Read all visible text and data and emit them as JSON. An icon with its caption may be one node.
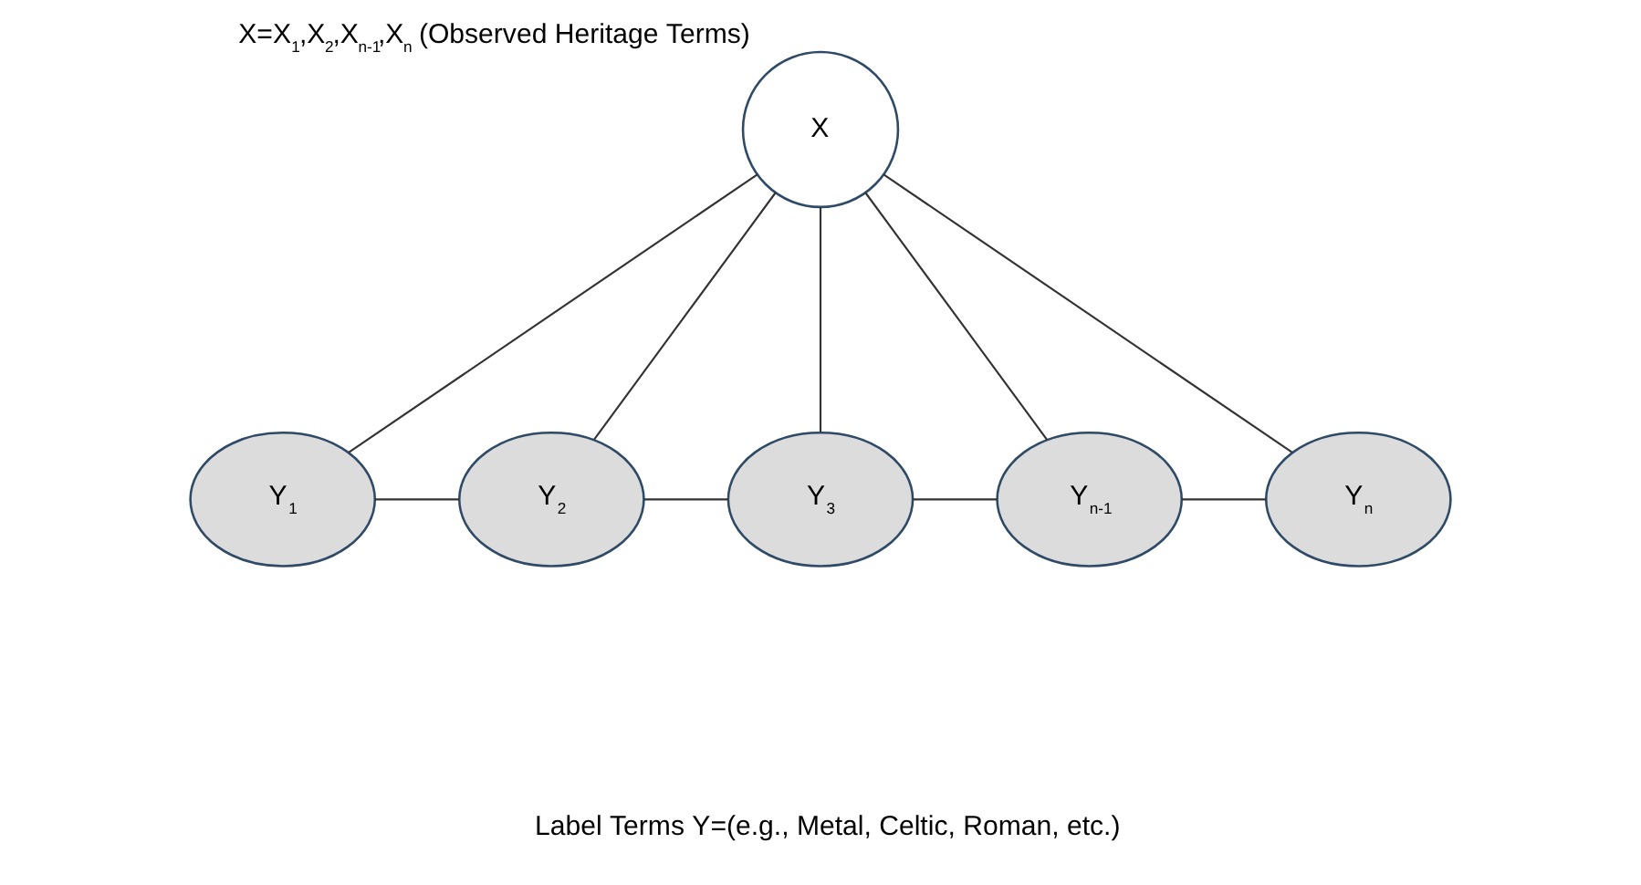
{
  "diagram": {
    "nodes": [
      {
        "text": [
          "X"
        ],
        "beside": [
          "X=X$_{1}$,X$_{2}$,X$_{n-1}$,X$_{n}$ (Observed Heritage Terms)"
        ]
      },
      {
        "text": [
          "Y$_{1}$"
        ]
      },
      {
        "text": [
          "Y$_{2}$"
        ]
      },
      {
        "text": [
          "Y$_{3}$"
        ]
      },
      {
        "text": [
          "Y$_{n-1}$"
        ]
      },
      {
        "text": [
          "Y$_{n}$"
        ]
      }
    ],
    "edges": [
      {
        "from": 0,
        "to": 1,
        "arrow": "none"
      },
      {
        "from": 0,
        "to": 2,
        "arrow": "none"
      },
      {
        "from": 0,
        "to": 3,
        "arrow": "none"
      },
      {
        "from": 0,
        "to": 4,
        "arrow": "none"
      },
      {
        "from": 0,
        "to": 5,
        "arrow": "none"
      },
      {
        "from": 1,
        "to": 2,
        "arrow": "none"
      },
      {
        "from": 2,
        "to": 3,
        "arrow": "none"
      },
      {
        "from": 3,
        "to": 4,
        "arrow": "none"
      },
      {
        "from": 4,
        "to": 5,
        "arrow": "none"
      }
    ],
    "labels": [
      "Label Terms Y=(e.g., Metal, Celtic, Roman, etc.)"
    ]
  }
}
